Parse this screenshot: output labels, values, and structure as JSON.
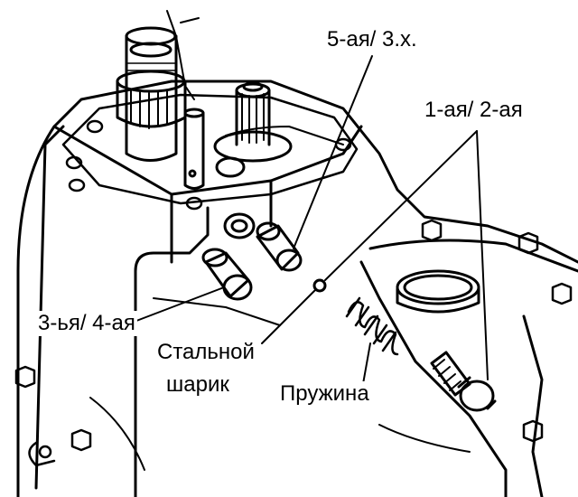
{
  "labels": {
    "gear_5_reverse": "5-ая/ 3.х.",
    "gear_1_2": "1-ая/ 2-ая",
    "gear_3_4": "3-ья/ 4-ая",
    "steel_ball_line1": "Стальной",
    "steel_ball_line2": "шарик",
    "spring": "Пружина"
  },
  "colors": {
    "ink": "#000000",
    "paper": "#ffffff"
  }
}
